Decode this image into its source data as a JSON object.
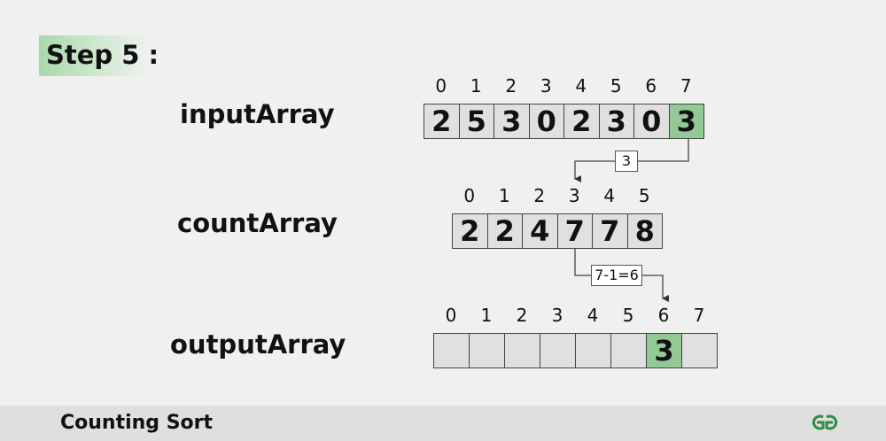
{
  "step": "Step 5 :",
  "input": {
    "label": "inputArray",
    "indices": [
      "0",
      "1",
      "2",
      "3",
      "4",
      "5",
      "6",
      "7"
    ],
    "values": [
      "2",
      "5",
      "3",
      "0",
      "2",
      "3",
      "0",
      "3"
    ],
    "highlight_index": 7
  },
  "arrow1_tag": "3",
  "count": {
    "label": "countArray",
    "indices": [
      "0",
      "1",
      "2",
      "3",
      "4",
      "5"
    ],
    "values": [
      "2",
      "2",
      "4",
      "7",
      "7",
      "8"
    ]
  },
  "arrow2_tag": "7-1=6",
  "output": {
    "label": "outputArray",
    "indices": [
      "0",
      "1",
      "2",
      "3",
      "4",
      "5",
      "6",
      "7"
    ],
    "values": [
      "",
      "",
      "",
      "",
      "",
      "",
      "3",
      ""
    ],
    "highlight_index": 6
  },
  "footer": {
    "title": "Counting Sort",
    "logo_icon": "gfg-logo-icon",
    "logo_color": "#2f8d46"
  },
  "colors": {
    "background": "#f0f0f0",
    "cell": "#e0e0e0",
    "highlight": "#93c995",
    "footer": "#dde0dd"
  }
}
